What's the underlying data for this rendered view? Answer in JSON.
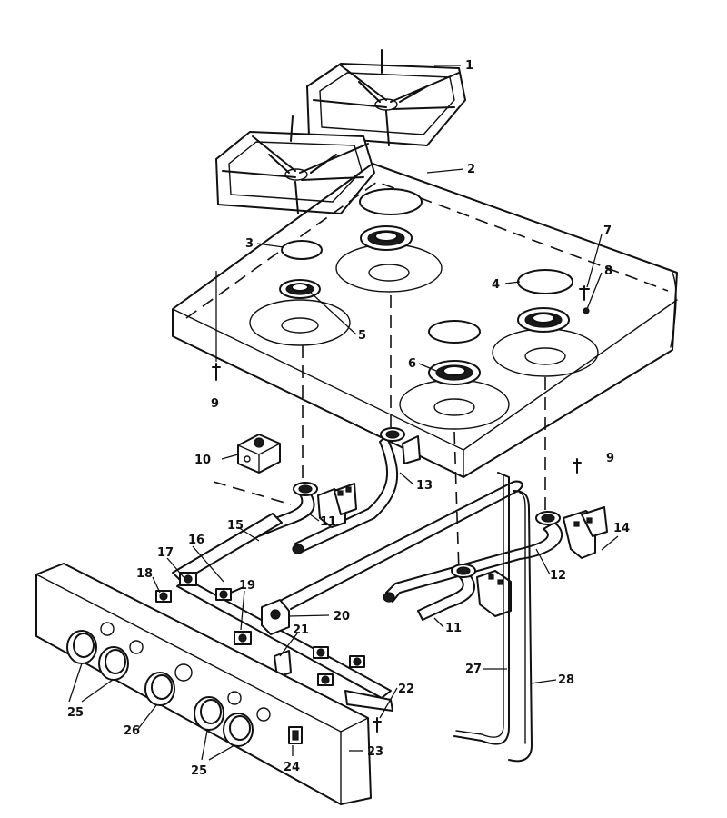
{
  "callouts": [
    {
      "id": "1",
      "label": "1"
    },
    {
      "id": "2",
      "label": "2"
    },
    {
      "id": "3",
      "label": "3"
    },
    {
      "id": "4",
      "label": "4"
    },
    {
      "id": "5",
      "label": "5"
    },
    {
      "id": "6",
      "label": "6"
    },
    {
      "id": "7",
      "label": "7"
    },
    {
      "id": "8",
      "label": "8"
    },
    {
      "id": "9a",
      "label": "9"
    },
    {
      "id": "9b",
      "label": "9"
    },
    {
      "id": "10",
      "label": "10"
    },
    {
      "id": "11a",
      "label": "11"
    },
    {
      "id": "11b",
      "label": "11"
    },
    {
      "id": "12",
      "label": "12"
    },
    {
      "id": "13",
      "label": "13"
    },
    {
      "id": "14",
      "label": "14"
    },
    {
      "id": "15",
      "label": "15"
    },
    {
      "id": "16",
      "label": "16"
    },
    {
      "id": "17",
      "label": "17"
    },
    {
      "id": "18",
      "label": "18"
    },
    {
      "id": "19",
      "label": "19"
    },
    {
      "id": "20",
      "label": "20"
    },
    {
      "id": "21",
      "label": "21"
    },
    {
      "id": "22",
      "label": "22"
    },
    {
      "id": "23",
      "label": "23"
    },
    {
      "id": "24",
      "label": "24"
    },
    {
      "id": "25a",
      "label": "25"
    },
    {
      "id": "25b",
      "label": "25"
    },
    {
      "id": "26",
      "label": "26"
    },
    {
      "id": "27",
      "label": "27"
    },
    {
      "id": "28",
      "label": "28"
    }
  ]
}
